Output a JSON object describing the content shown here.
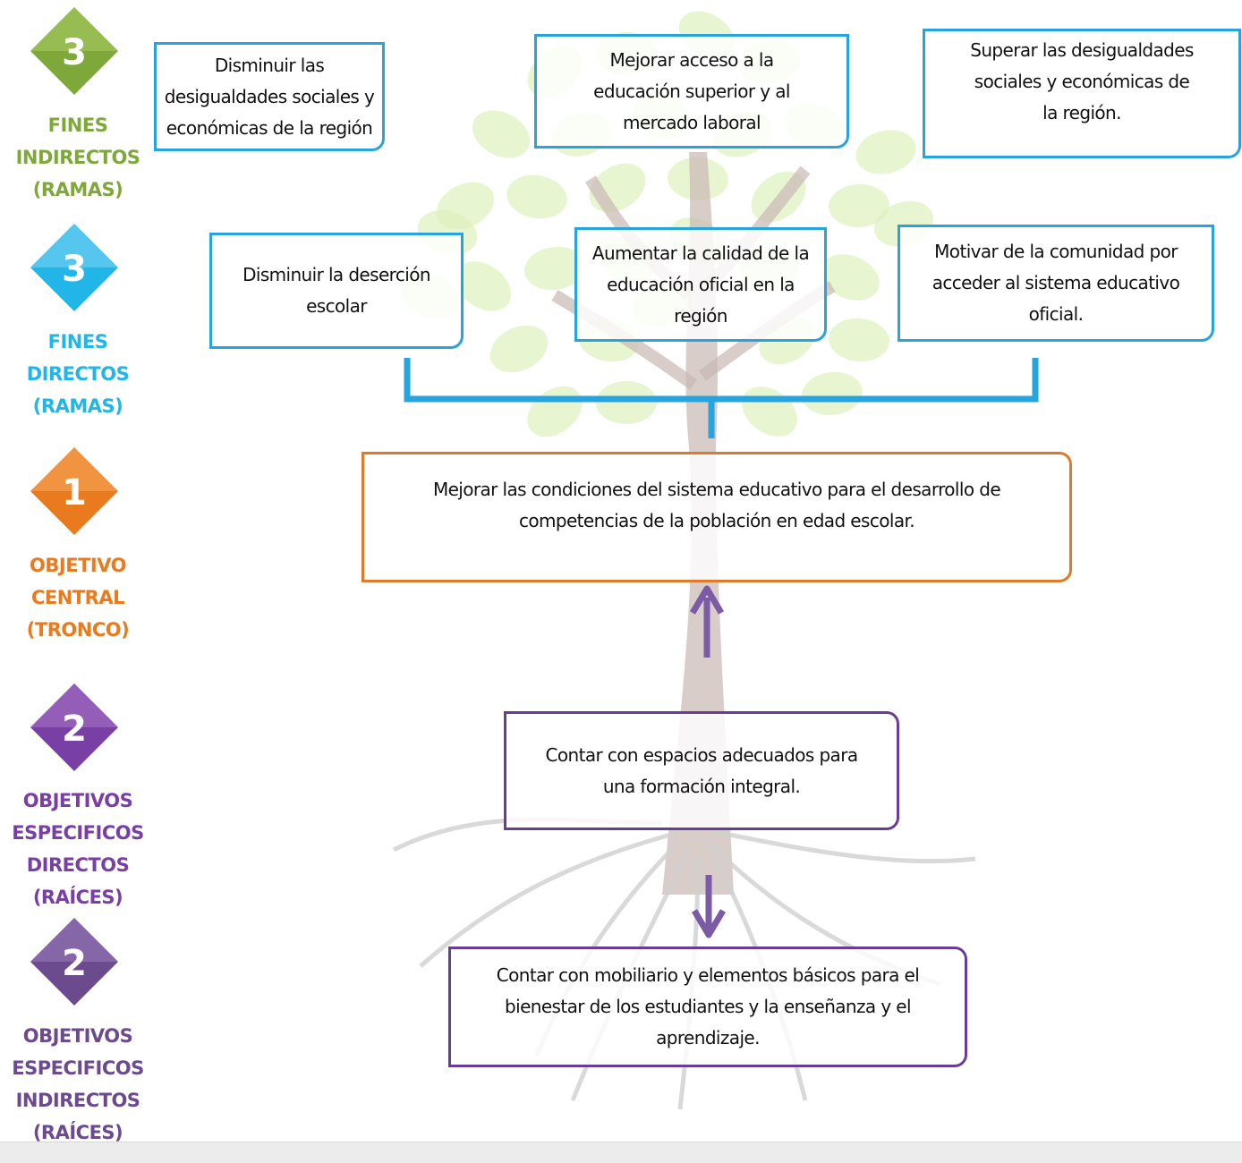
{
  "legend": [
    {
      "number": "3",
      "label": "FINES\nINDIRECTOS\n(RAMAS)",
      "color": "#7fa83a",
      "color_light": "#a9cc66"
    },
    {
      "number": "3",
      "label": "FINES\nDIRECTOS\n(RAMAS)",
      "color": "#22b6e8",
      "color_light": "#7fd6f3"
    },
    {
      "number": "1",
      "label": "OBJETIVO\nCENTRAL\n(TRONCO)",
      "color": "#e97a1e",
      "color_light": "#f5a95e"
    },
    {
      "number": "2",
      "label": "OBJETIVOS\nESPECIFICOS\nDIRECTOS\n(RAÍCES)",
      "color": "#7a3fa5",
      "color_light": "#a877c9"
    },
    {
      "number": "2",
      "label": "OBJETIVOS\nESPECIFICOS\nINDIRECTOS\n(RAÍCES)",
      "color": "#6b4a8e",
      "color_light": "#9b7fbb"
    }
  ],
  "fines_indirectos": [
    {
      "text": "Disminuir las desigualdades sociales y económicas de la región"
    },
    {
      "text": "Mejorar acceso a la educación superior y al mercado laboral"
    },
    {
      "text": "Superar las desigualdades sociales y económicas de la región."
    }
  ],
  "fines_directos": [
    {
      "text": "Disminuir la deserción escolar"
    },
    {
      "text": "Aumentar la calidad de la educación oficial en la región"
    },
    {
      "text": "Motivar de la comunidad por acceder al sistema educativo oficial."
    }
  ],
  "objetivo_central": {
    "text": "Mejorar las condiciones del sistema educativo para el desarrollo de competencias de la población en edad escolar."
  },
  "objetivos_especificos": [
    {
      "text": "Contar con espacios adecuados para una formación integral."
    },
    {
      "text": "Contar con mobiliario y elementos básicos para el bienestar de los estudiantes y la enseñanza y el aprendizaje."
    }
  ],
  "colors": {
    "blue_line": "#27a4dd",
    "orange_line": "#e07a2a",
    "purple_line": "#6a3d95",
    "arrow": "#7b5aa6",
    "leaf": "#dcefb8",
    "trunk": "#c9b8b3",
    "roots": "#cfcfcf"
  }
}
